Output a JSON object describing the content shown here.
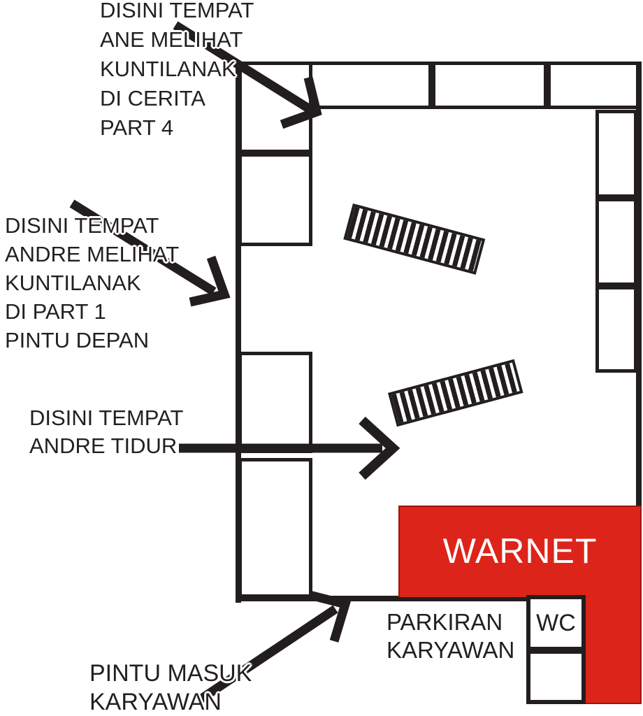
{
  "page": {
    "colors": {
      "background": "#ffffff",
      "ink": "#221e1f",
      "red": "#dd241a",
      "red_border": "#9e150d",
      "text": "#231f20"
    }
  },
  "annotations": {
    "part4": {
      "lines": [
        "DISINI TEMPAT",
        "ANE MELIHAT",
        "KUNTILANAK",
        "DI CERITA",
        "PART 4"
      ]
    },
    "part1": {
      "lines": [
        "DISINI TEMPAT",
        "ANDRE MELIHAT",
        "KUNTILANAK",
        "DI PART 1",
        "PINTU DEPAN"
      ]
    },
    "tidur": {
      "lines": [
        "DISINI TEMPAT",
        "ANDRE TIDUR"
      ]
    },
    "masuk": {
      "lines": [
        "PINTU MASUK",
        "KARYAWAN"
      ]
    }
  },
  "rooms": {
    "warnet": {
      "label": "WARNET"
    },
    "wc": {
      "label": "WC"
    },
    "parkiran": {
      "lines": [
        "PARKIRAN",
        "KARYAWAN"
      ]
    }
  }
}
